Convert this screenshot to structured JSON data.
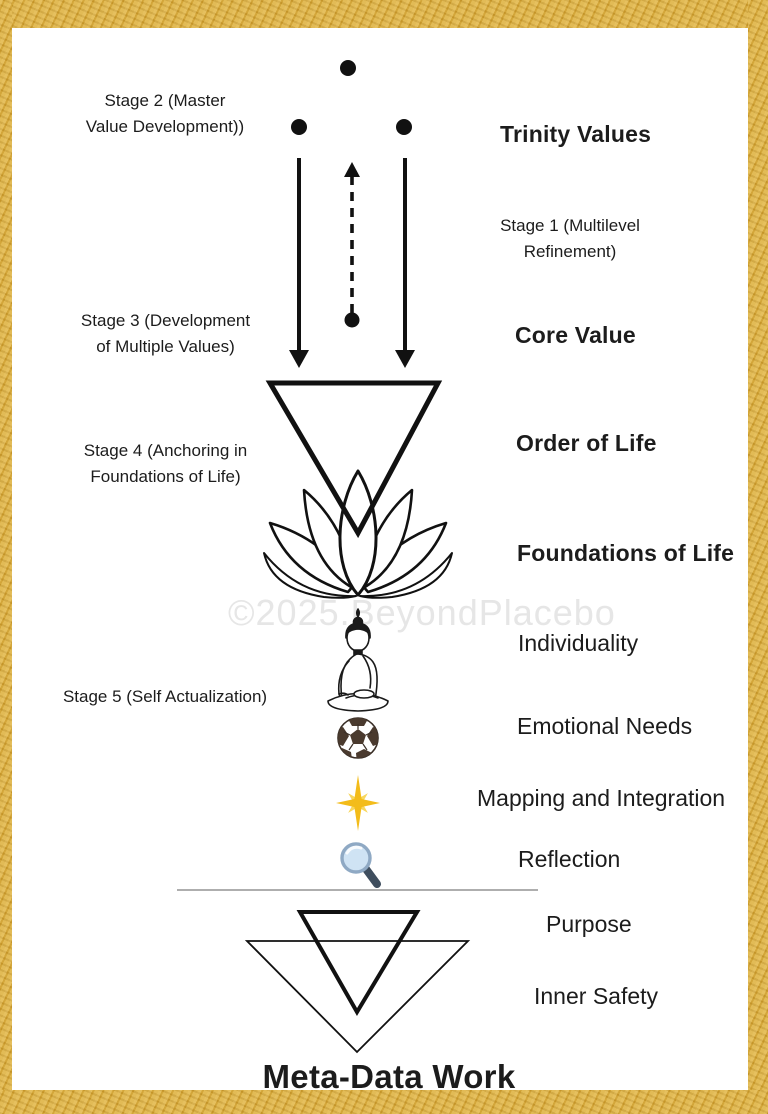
{
  "watermark": {
    "text": "©2025.BeyondPlacebo"
  },
  "stages": {
    "stage2": "Stage 2 (Master\nValue Development))",
    "stage1": "Stage 1 (Multilevel\nRefinement)",
    "stage3": "Stage 3 (Development\nof Multiple Values)",
    "stage4": "Stage 4 (Anchoring in\nFoundations of Life)",
    "stage5": "Stage 5 (Self Actualization)"
  },
  "right_labels": {
    "trinity_values": "Trinity Values",
    "core_value": "Core Value",
    "order_of_life": "Order of Life",
    "foundations_of_life": "Foundations of Life",
    "individuality": "Individuality",
    "emotional_needs": "Emotional Needs",
    "mapping_and_integration": "Mapping and Integration",
    "reflection": "Reflection",
    "purpose": "Purpose",
    "inner_safety": "Inner Safety"
  },
  "footer": {
    "title": "Meta-Data Work"
  },
  "icons": {
    "trinity_dots": "three-black-dots",
    "down_arrows": "two-solid-down-arrows",
    "up_arrow": "dashed-up-arrow-from-dot",
    "core_triangle": "inverted-triangle",
    "lotus": "lotus-flower",
    "buddha": "meditating-buddha",
    "soccer_ball": "soccer-ball",
    "sparkle": "gold-sparkle-star",
    "magnifier": "magnifying-glass",
    "bottom_triangles": "two-nested-inverted-triangles"
  },
  "colors": {
    "frame_gold": "#d7a634",
    "ink": "#1c1c1c",
    "watermark_gray": "#e6e6e6",
    "divider_gray": "#aeaeae",
    "sparkle_gold": "#f3bc1a",
    "lens_blue": "#cfe3f4",
    "handle_slate": "#3f4e5e",
    "ball_patch": "#4a3a2e"
  }
}
